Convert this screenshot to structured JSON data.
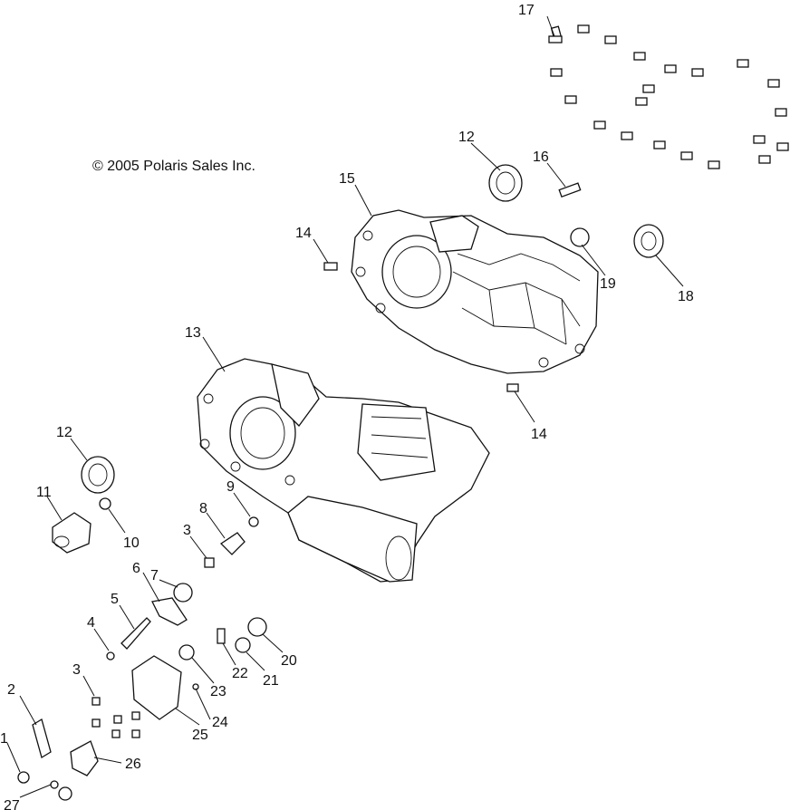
{
  "copyright": "© 2005 Polaris Sales Inc.",
  "callouts": [
    {
      "id": "c1",
      "label": "1"
    },
    {
      "id": "c2",
      "label": "2"
    },
    {
      "id": "c3a",
      "label": "3"
    },
    {
      "id": "c3b",
      "label": "3"
    },
    {
      "id": "c4",
      "label": "4"
    },
    {
      "id": "c5",
      "label": "5"
    },
    {
      "id": "c6",
      "label": "6"
    },
    {
      "id": "c7",
      "label": "7"
    },
    {
      "id": "c8",
      "label": "8"
    },
    {
      "id": "c9",
      "label": "9"
    },
    {
      "id": "c10",
      "label": "10"
    },
    {
      "id": "c11",
      "label": "11"
    },
    {
      "id": "c12a",
      "label": "12"
    },
    {
      "id": "c12b",
      "label": "12"
    },
    {
      "id": "c13",
      "label": "13"
    },
    {
      "id": "c14a",
      "label": "14"
    },
    {
      "id": "c14b",
      "label": "14"
    },
    {
      "id": "c15",
      "label": "15"
    },
    {
      "id": "c16",
      "label": "16"
    },
    {
      "id": "c17",
      "label": "17"
    },
    {
      "id": "c18",
      "label": "18"
    },
    {
      "id": "c19",
      "label": "19"
    },
    {
      "id": "c20",
      "label": "20"
    },
    {
      "id": "c21",
      "label": "21"
    },
    {
      "id": "c22",
      "label": "22"
    },
    {
      "id": "c23",
      "label": "23"
    },
    {
      "id": "c24",
      "label": "24"
    },
    {
      "id": "c25",
      "label": "25"
    },
    {
      "id": "c26",
      "label": "26"
    },
    {
      "id": "c27",
      "label": "27"
    }
  ]
}
